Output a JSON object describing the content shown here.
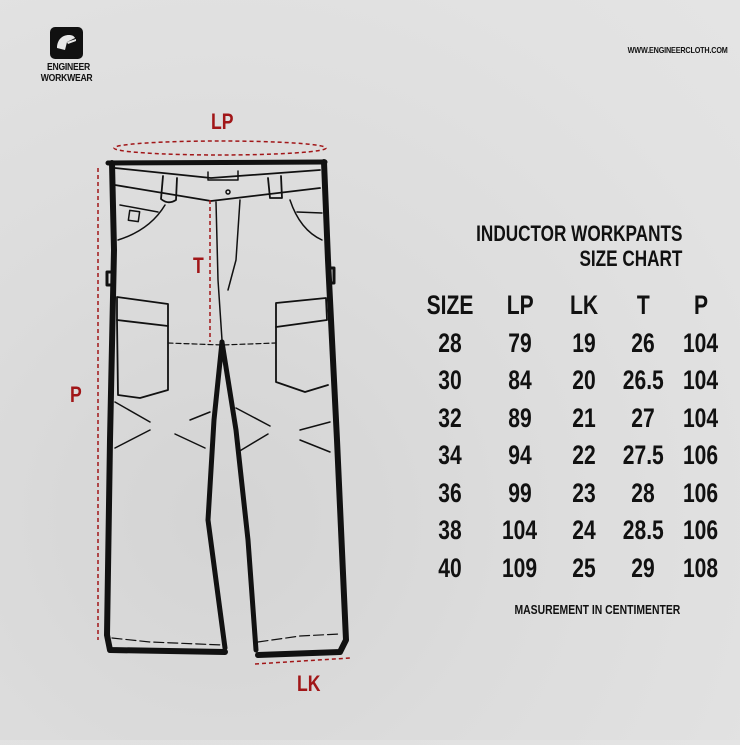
{
  "brand": {
    "logo_icon": "hard-hat-icon",
    "name_line1": "ENGINEER",
    "name_line2": "WORKWEAR",
    "website": "WWW.ENGINEERCLOTH.COM"
  },
  "chart": {
    "title_line1": "INDUCTOR WORKPANTS",
    "title_line2": "SIZE CHART",
    "columns": [
      "SIZE",
      "LP",
      "LK",
      "T",
      "P"
    ],
    "rows": [
      [
        "28",
        "79",
        "19",
        "26",
        "104"
      ],
      [
        "30",
        "84",
        "20",
        "26.5",
        "104"
      ],
      [
        "32",
        "89",
        "21",
        "27",
        "104"
      ],
      [
        "34",
        "94",
        "22",
        "27.5",
        "106"
      ],
      [
        "36",
        "99",
        "23",
        "28",
        "106"
      ],
      [
        "38",
        "104",
        "24",
        "28.5",
        "106"
      ],
      [
        "40",
        "109",
        "25",
        "29",
        "108"
      ]
    ],
    "note": "MASUREMENT IN CENTIMENTER"
  },
  "diagram": {
    "labels": {
      "waist": "LP",
      "rise": "T",
      "length": "P",
      "hem": "LK"
    },
    "accent_color": "#a11618",
    "line_color": "#111111"
  },
  "chart_data": {
    "type": "table",
    "title": "INDUCTOR WORKPANTS SIZE CHART",
    "columns": [
      "SIZE",
      "LP",
      "LK",
      "T",
      "P"
    ],
    "rows": [
      [
        28,
        79,
        19,
        26,
        104
      ],
      [
        30,
        84,
        20,
        26.5,
        104
      ],
      [
        32,
        89,
        21,
        27,
        104
      ],
      [
        34,
        94,
        22,
        27.5,
        106
      ],
      [
        36,
        99,
        23,
        28,
        106
      ],
      [
        38,
        104,
        24,
        28.5,
        106
      ],
      [
        40,
        109,
        25,
        29,
        108
      ]
    ],
    "unit": "cm",
    "annotations": [
      "MASUREMENT IN CENTIMENTER"
    ]
  }
}
